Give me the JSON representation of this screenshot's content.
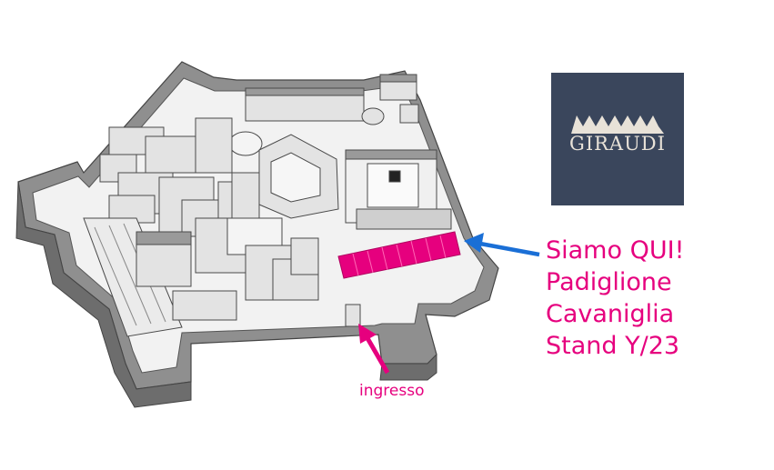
{
  "logo": {
    "text": "GIRAUDI",
    "background": "#3a465c",
    "icon": "crown-icon"
  },
  "callout": {
    "lines": [
      "Siamo QUI!",
      "Padiglione",
      "Cavaniglia",
      "Stand Y/23"
    ],
    "color": "#e6007e",
    "arrow_color": "#1a6fd6"
  },
  "entrance": {
    "label": "ingresso",
    "color": "#e6007e"
  },
  "highlight": {
    "color": "#e6007e"
  }
}
